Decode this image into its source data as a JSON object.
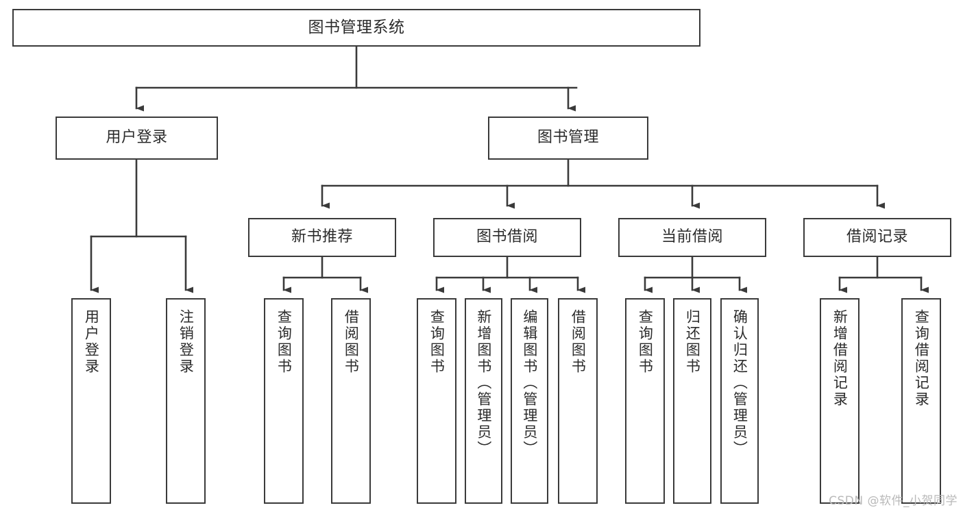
{
  "diagram": {
    "title": "图书管理系统",
    "type": "hierarchy-tree",
    "line_color": "#3a3a3a",
    "box_fill": "#ffffff",
    "text_color": "#2b2b2b"
  },
  "root": {
    "label": "图书管理系统"
  },
  "level2": [
    {
      "label": "用户登录"
    },
    {
      "label": "图书管理"
    }
  ],
  "level3": [
    {
      "label": "新书推荐"
    },
    {
      "label": "图书借阅"
    },
    {
      "label": "当前借阅"
    },
    {
      "label": "借阅记录"
    }
  ],
  "leaves": {
    "user_login": [
      {
        "label": "用户登录"
      },
      {
        "label": "注销登录"
      }
    ],
    "new_book_recommend": [
      {
        "label": "查询图书"
      },
      {
        "label": "借阅图书"
      }
    ],
    "book_borrow": [
      {
        "label": "查询图书"
      },
      {
        "label": "新增图书（管理员）"
      },
      {
        "label": "编辑图书（管理员）"
      },
      {
        "label": "借阅图书"
      }
    ],
    "current_borrow": [
      {
        "label": "查询图书"
      },
      {
        "label": "归还图书"
      },
      {
        "label": "确认归还（管理员）"
      }
    ],
    "borrow_record": [
      {
        "label": "新增借阅记录"
      },
      {
        "label": "查询借阅记录"
      }
    ]
  },
  "watermark": {
    "text": "CSDN @软件_小贺同学"
  },
  "chart_data": {
    "type": "table",
    "title": "图书管理系统 功能结构图",
    "nodes": [
      {
        "id": "root",
        "label": "图书管理系统",
        "level": 0,
        "parent": null
      },
      {
        "id": "n1",
        "label": "用户登录",
        "level": 1,
        "parent": "root"
      },
      {
        "id": "n2",
        "label": "图书管理",
        "level": 1,
        "parent": "root"
      },
      {
        "id": "n1a",
        "label": "用户登录",
        "level": 2,
        "parent": "n1"
      },
      {
        "id": "n1b",
        "label": "注销登录",
        "level": 2,
        "parent": "n1"
      },
      {
        "id": "n2a",
        "label": "新书推荐",
        "level": 2,
        "parent": "n2"
      },
      {
        "id": "n2b",
        "label": "图书借阅",
        "level": 2,
        "parent": "n2"
      },
      {
        "id": "n2c",
        "label": "当前借阅",
        "level": 2,
        "parent": "n2"
      },
      {
        "id": "n2d",
        "label": "借阅记录",
        "level": 2,
        "parent": "n2"
      },
      {
        "id": "n2a1",
        "label": "查询图书",
        "level": 3,
        "parent": "n2a"
      },
      {
        "id": "n2a2",
        "label": "借阅图书",
        "level": 3,
        "parent": "n2a"
      },
      {
        "id": "n2b1",
        "label": "查询图书",
        "level": 3,
        "parent": "n2b"
      },
      {
        "id": "n2b2",
        "label": "新增图书（管理员）",
        "level": 3,
        "parent": "n2b"
      },
      {
        "id": "n2b3",
        "label": "编辑图书（管理员）",
        "level": 3,
        "parent": "n2b"
      },
      {
        "id": "n2b4",
        "label": "借阅图书",
        "level": 3,
        "parent": "n2b"
      },
      {
        "id": "n2c1",
        "label": "查询图书",
        "level": 3,
        "parent": "n2c"
      },
      {
        "id": "n2c2",
        "label": "归还图书",
        "level": 3,
        "parent": "n2c"
      },
      {
        "id": "n2c3",
        "label": "确认归还（管理员）",
        "level": 3,
        "parent": "n2c"
      },
      {
        "id": "n2d1",
        "label": "新增借阅记录",
        "level": 3,
        "parent": "n2d"
      },
      {
        "id": "n2d2",
        "label": "查询借阅记录",
        "level": 3,
        "parent": "n2d"
      }
    ]
  }
}
